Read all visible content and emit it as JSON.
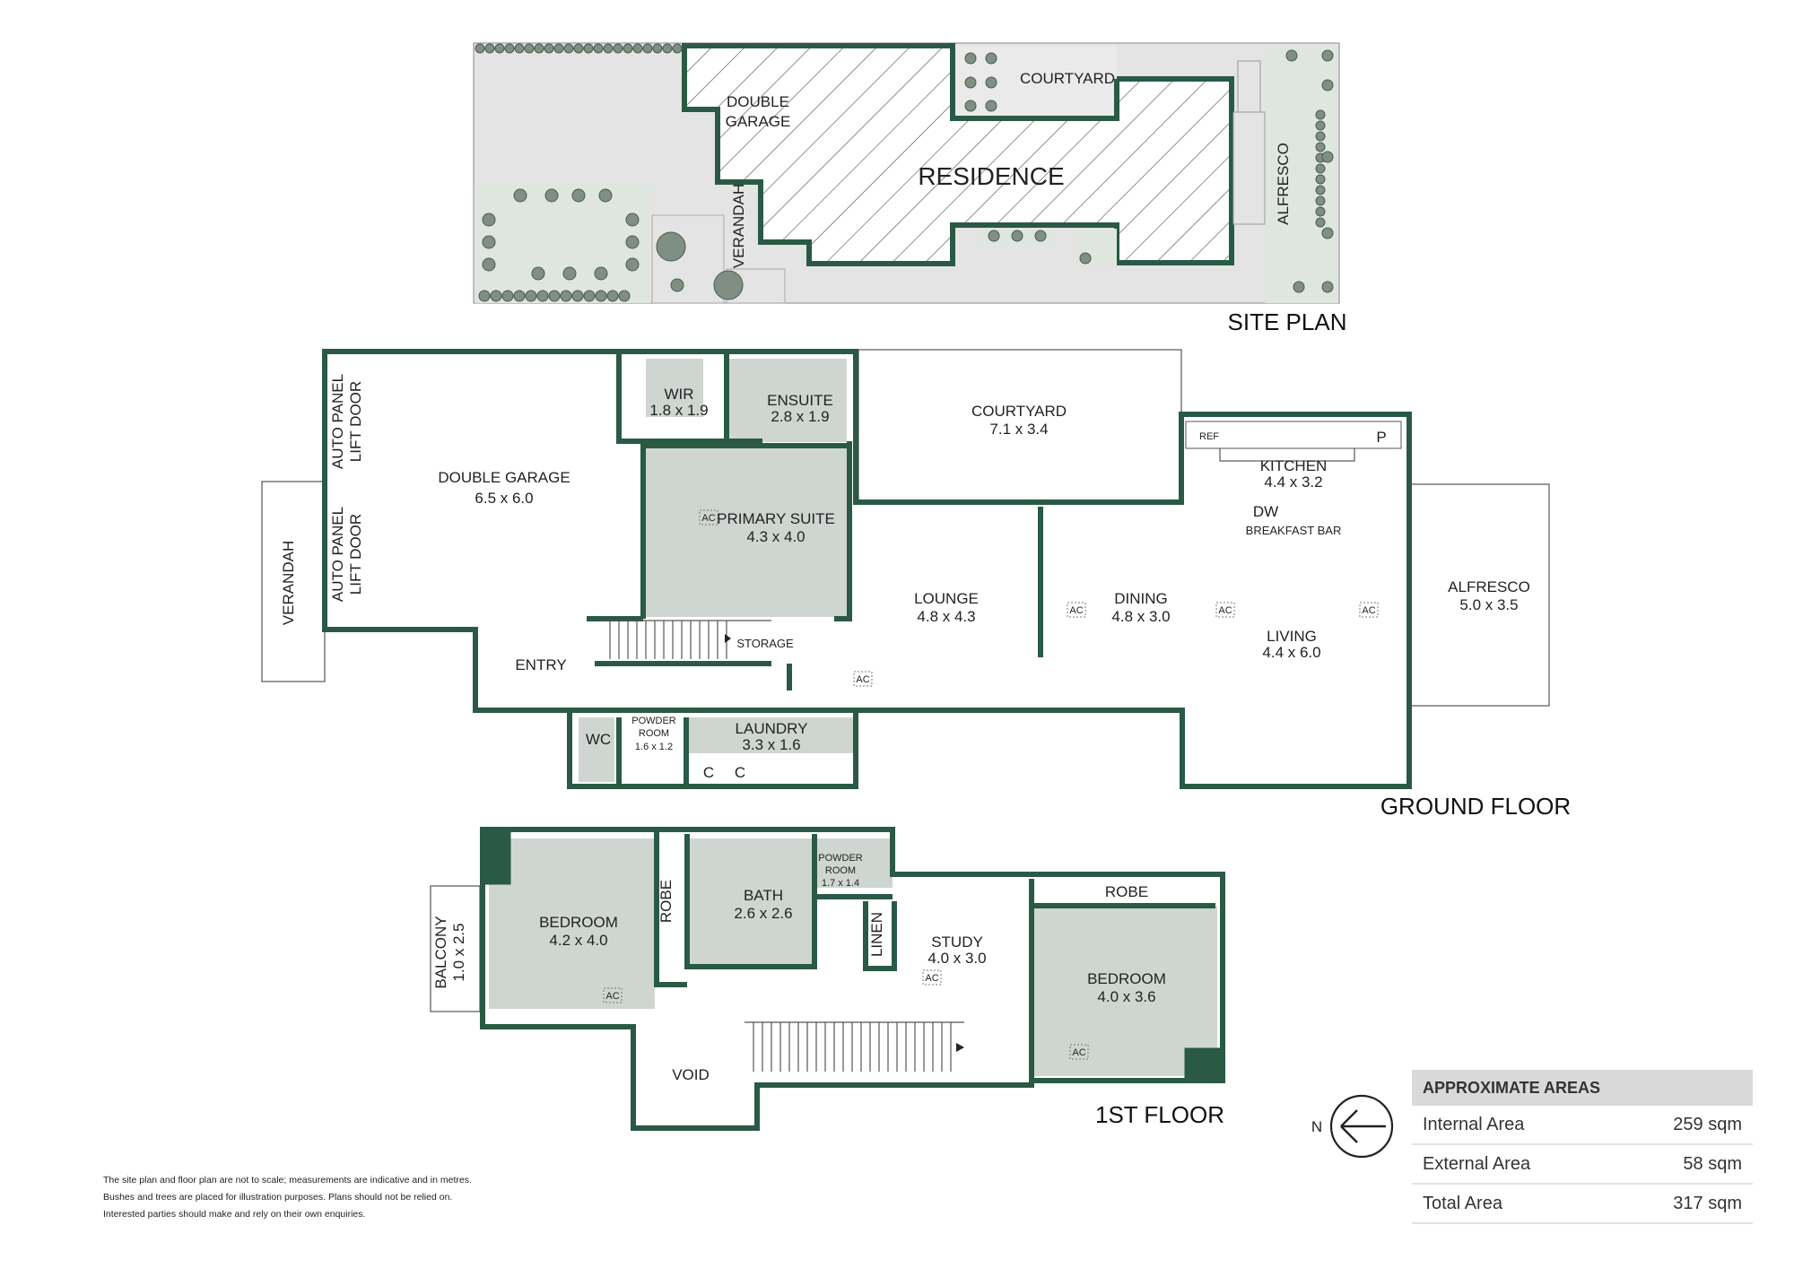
{
  "titles": {
    "site_plan": "SITE PLAN",
    "ground_floor": "GROUND FLOOR",
    "first_floor": "1ST FLOOR"
  },
  "site_plan": {
    "residence": "RESIDENCE",
    "double_garage_1": "DOUBLE",
    "double_garage_2": "GARAGE",
    "courtyard": "COURTYARD",
    "alfresco": "ALFRESCO",
    "verandah": "VERANDAH"
  },
  "ground_floor": {
    "double_garage": {
      "name": "DOUBLE GARAGE",
      "size": "6.5 x 6.0"
    },
    "auto_door_1a": "AUTO PANEL",
    "auto_door_1b": "LIFT DOOR",
    "auto_door_2a": "AUTO PANEL",
    "auto_door_2b": "LIFT DOOR",
    "verandah": "VERANDAH",
    "wir": {
      "name": "WIR",
      "size": "1.8 x 1.9"
    },
    "ensuite": {
      "name": "ENSUITE",
      "size": "2.8 x 1.9"
    },
    "primary_suite": {
      "name": "PRIMARY SUITE",
      "size": "4.3 x 4.0"
    },
    "courtyard": {
      "name": "COURTYARD",
      "size": "7.1 x 3.4"
    },
    "kitchen": {
      "name": "KITCHEN",
      "size": "4.4 x 3.2"
    },
    "ref": "REF",
    "pantry": "P",
    "dw": "DW",
    "breakfast_bar": "BREAKFAST BAR",
    "lounge": {
      "name": "LOUNGE",
      "size": "4.8 x 4.3"
    },
    "dining": {
      "name": "DINING",
      "size": "4.8 x 3.0"
    },
    "living": {
      "name": "LIVING",
      "size": "4.4 x 6.0"
    },
    "alfresco": {
      "name": "ALFRESCO",
      "size": "5.0 x 3.5"
    },
    "entry": "ENTRY",
    "storage": "STORAGE",
    "wc": "WC",
    "powder_1": "POWDER",
    "powder_2": "ROOM",
    "powder_size": "1.6 x 1.2",
    "laundry": {
      "name": "LAUNDRY",
      "size": "3.3 x 1.6"
    },
    "c1": "C",
    "c2": "C",
    "ac": "AC"
  },
  "first_floor": {
    "balcony": {
      "name": "BALCONY",
      "size": "1.0 x 2.5"
    },
    "bedroom_1": {
      "name": "BEDROOM",
      "size": "4.2 x 4.0"
    },
    "robe_1": "ROBE",
    "bath": {
      "name": "BATH",
      "size": "2.6 x 2.6"
    },
    "powder_1": "POWDER",
    "powder_2": "ROOM",
    "powder_size": "1.7 x 1.4",
    "linen": "LINEN",
    "study": {
      "name": "STUDY",
      "size": "4.0 x 3.0"
    },
    "robe_2": "ROBE",
    "bedroom_2": {
      "name": "BEDROOM",
      "size": "4.0 x 3.6"
    },
    "void": "VOID",
    "ac": "AC"
  },
  "compass": {
    "letter": "N"
  },
  "areas": {
    "header": "APPROXIMATE AREAS",
    "rows": [
      {
        "label": "Internal Area",
        "value": "259 sqm"
      },
      {
        "label": "External Area",
        "value": "58 sqm"
      },
      {
        "label": "Total Area",
        "value": "317 sqm"
      }
    ]
  },
  "disclaimer": [
    "The site plan and floor plan are not to scale; measurements are indicative and in metres.",
    "Bushes and trees are placed for illustration purposes. Plans should not be relied on.",
    "Interested parties should make and rely on their own enquiries."
  ],
  "colors": {
    "wall": "#2a5a45",
    "garden": "#dfe6e0",
    "paving": "#e4e4e4",
    "wet_area": "#cfd6d1"
  }
}
